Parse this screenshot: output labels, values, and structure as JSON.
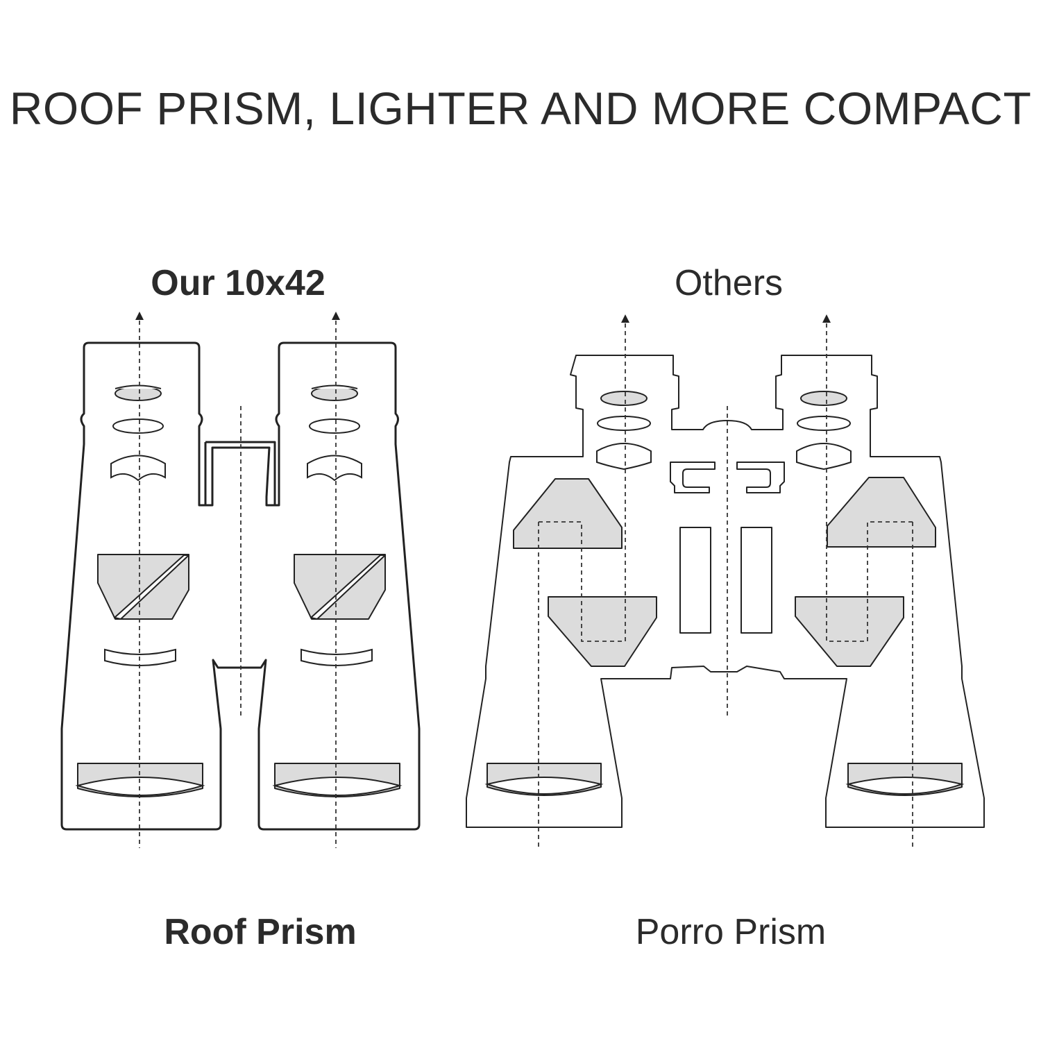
{
  "headline": "ROOF PRISM, LIGHTER AND MORE COMPACT",
  "left": {
    "title": "Our 10x42",
    "caption": "Roof Prism"
  },
  "right": {
    "title": "Others",
    "caption": "Porro Prism"
  },
  "colors": {
    "outline": "#222222",
    "prism_fill": "#dcdcdc",
    "text": "#2b2b2b",
    "background": "#ffffff"
  }
}
